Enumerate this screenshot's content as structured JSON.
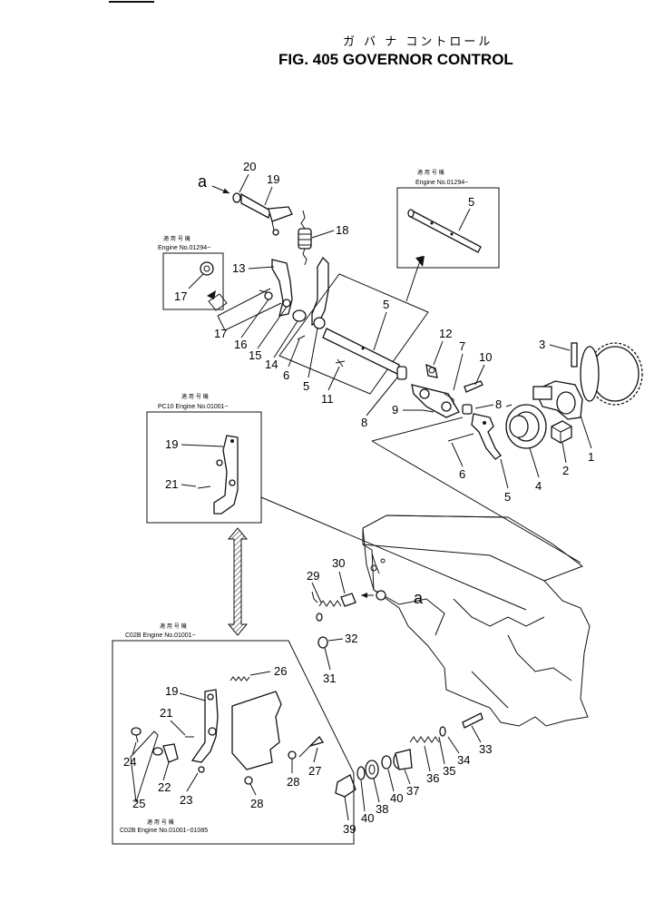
{
  "header": {
    "title_jp": "ガ バ ナ コントロール",
    "title_en": "FIG. 405 GOVERNOR CONTROL"
  },
  "letter_a": "a",
  "notes": {
    "n1": {
      "jp": "適 用 号 機",
      "en": "Engine No.01294~"
    },
    "n2": {
      "jp": "適 用 号 機",
      "en": "Engine No.01294~"
    },
    "n3": {
      "jp": "適 用 号 機",
      "en": "PC10 Engine No.01001~"
    },
    "n4": {
      "jp": "適 用 号 機",
      "en": "C02B Engine No.01001~"
    },
    "n5": {
      "jp": "適 用 号 機",
      "en": "C02B Engine No.01001~01085"
    }
  },
  "callouts": {
    "c1": "1",
    "c2": "2",
    "c3": "3",
    "c4": "4",
    "c5a": "5",
    "c5b": "5",
    "c5c": "5",
    "c5d": "5",
    "c6a": "6",
    "c6b": "6",
    "c7": "7",
    "c8a": "8",
    "c8b": "8",
    "c9": "9",
    "c10": "10",
    "c11": "11",
    "c12": "12",
    "c13": "13",
    "c14": "14",
    "c15": "15",
    "c16": "16",
    "c17a": "17",
    "c17b": "17",
    "c18": "18",
    "c19a": "19",
    "c19b": "19",
    "c19c": "19",
    "c20": "20",
    "c21a": "21",
    "c21b": "21",
    "c22": "22",
    "c23": "23",
    "c24": "24",
    "c25": "25",
    "c26": "26",
    "c27": "27",
    "c28a": "28",
    "c28b": "28",
    "c29": "29",
    "c30": "30",
    "c31": "31",
    "c32": "32",
    "c33": "33",
    "c34": "34",
    "c35": "35",
    "c36": "36",
    "c37": "37",
    "c38": "38",
    "c39": "39",
    "c40a": "40",
    "c40b": "40"
  }
}
